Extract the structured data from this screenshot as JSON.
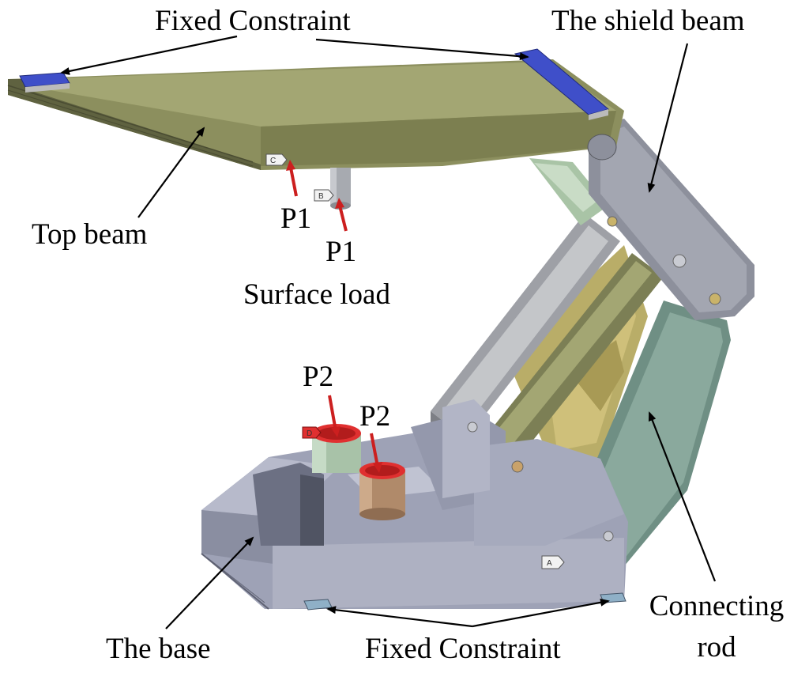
{
  "labels": {
    "fixed_constraint_top": "Fixed Constraint",
    "shield_beam": "The shield beam",
    "top_beam": "Top beam",
    "p1_a": "P1",
    "p1_b": "P1",
    "surface_load": "Surface load",
    "p2_a": "P2",
    "p2_b": "P2",
    "connecting_rod_line1": "Connecting",
    "connecting_rod_line2": "rod",
    "the_base": "The base",
    "fixed_constraint_bottom": "Fixed Constraint"
  },
  "markers": {
    "a": "A",
    "b": "B",
    "c": "C",
    "d": "D"
  },
  "colors": {
    "top_beam": "#8c8f5e",
    "shield_beam": "#8d909c",
    "base": "#9ea2b6",
    "connecting_rod": "#6f8f84",
    "constraint": "#3f4fc9",
    "load_arrow": "#cc1f1f",
    "jack_top": "#e03030",
    "leg_front": "#b08a6a",
    "leg_back": "#a8c2a8"
  }
}
